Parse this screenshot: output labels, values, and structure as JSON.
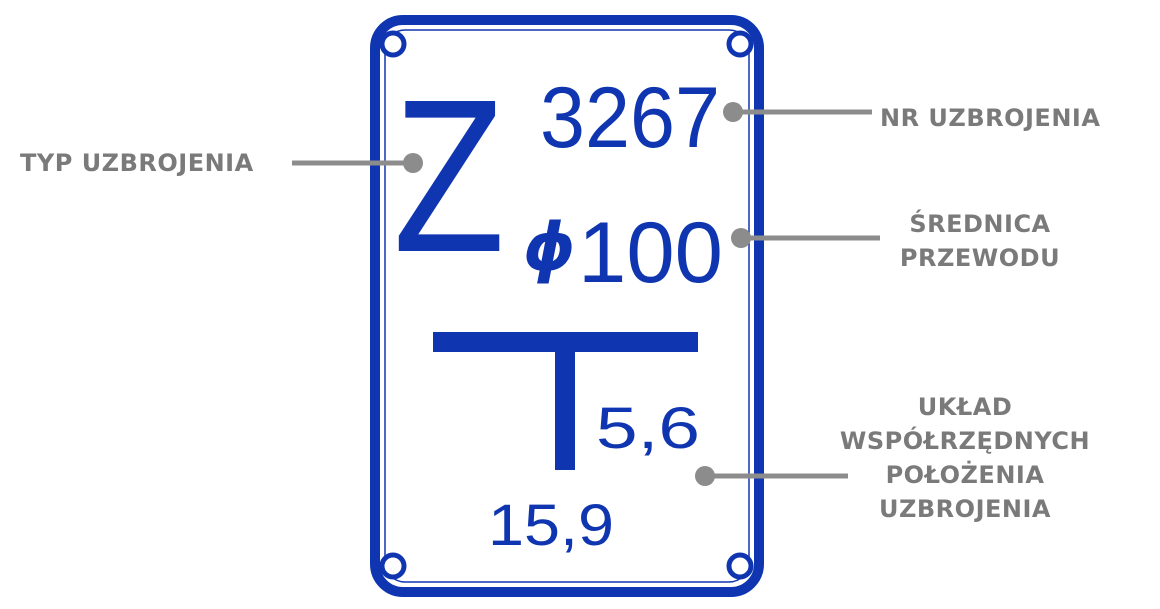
{
  "plate": {
    "type_letter": "Z",
    "number": "3267",
    "diameter_symbol": "ϕ",
    "diameter": "100",
    "tee_letter": "T",
    "coord_right": "5,6",
    "coord_bottom": "15,9"
  },
  "callouts": {
    "type": [
      "TYP UZBROJENIA"
    ],
    "number": [
      "NR UZBROJENIA"
    ],
    "diameter": [
      "ŚREDNICA",
      "PRZEWODU"
    ],
    "layout": [
      "UKŁAD",
      "WSPÓŁRZĘDNYCH",
      "POŁOŻENIA",
      "UZBROJENIA"
    ]
  },
  "colors": {
    "plate_blue": "#0f36b0",
    "callout_gray": "#7a7a7a",
    "line_gray": "#8c8c8c",
    "background": "#ffffff"
  }
}
